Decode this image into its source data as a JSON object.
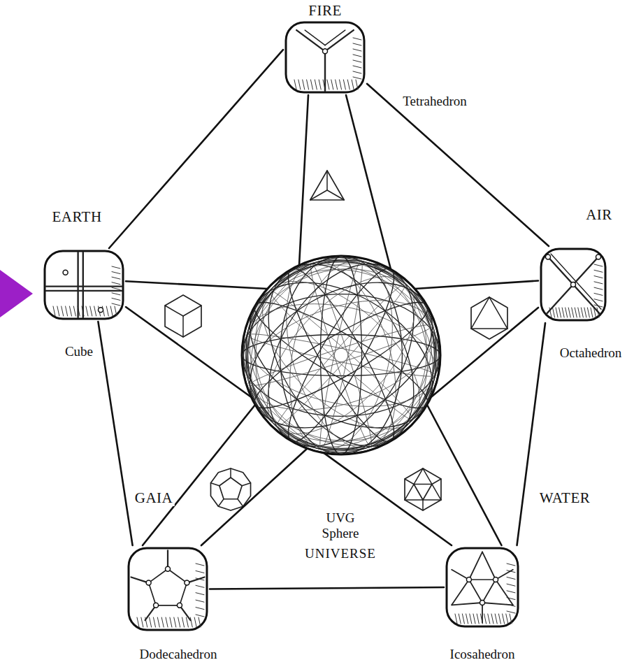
{
  "diagram": {
    "nodes": [
      {
        "text": [
          "FIRE",
          "Tetrahedron"
        ]
      },
      {
        "text": [
          "EARTH",
          "Cube"
        ]
      },
      {
        "text": [
          "AIR",
          "Octahedron"
        ]
      },
      {
        "text": [
          "UVG Sphere"
        ]
      },
      {
        "text": [
          "GAIA",
          "Dodecahedron"
        ]
      },
      {
        "text": [
          "WATER",
          "Icosahedron"
        ]
      }
    ],
    "edges": [
      {
        "from": 0,
        "to": 1,
        "arrow": "none"
      },
      {
        "from": 0,
        "to": 2,
        "arrow": "none"
      },
      {
        "from": 1,
        "to": 4,
        "arrow": "none"
      },
      {
        "from": 2,
        "to": 5,
        "arrow": "none"
      },
      {
        "from": 4,
        "to": 5,
        "arrow": "none"
      },
      {
        "from": 0,
        "to": 3,
        "arrow": "none"
      },
      {
        "from": 1,
        "to": 3,
        "arrow": "none"
      },
      {
        "from": 2,
        "to": 3,
        "arrow": "none"
      },
      {
        "from": 4,
        "to": 3,
        "arrow": "none"
      },
      {
        "from": 5,
        "to": 3,
        "arrow": "none"
      }
    ],
    "labels": [
      "UNIVERSE"
    ]
  }
}
